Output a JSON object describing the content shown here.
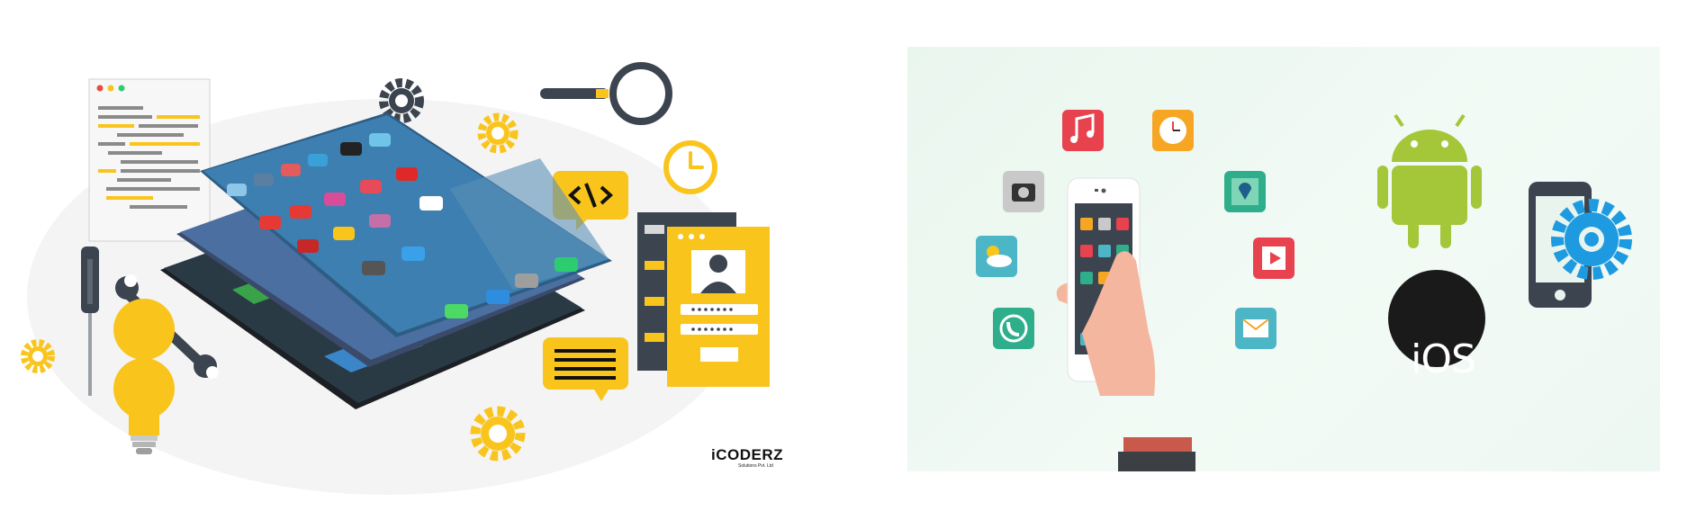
{
  "logo": {
    "name": "iCODERZ",
    "tagline": "Solutions Pvt. Ltd"
  },
  "badges": {
    "ios": "iOS"
  },
  "colors": {
    "accent_yellow": "#f9c51c",
    "dark_gray": "#3c4450",
    "android_green": "#a4c639",
    "gear_blue": "#1e9be0",
    "mint_background": "#e9f6ee"
  }
}
